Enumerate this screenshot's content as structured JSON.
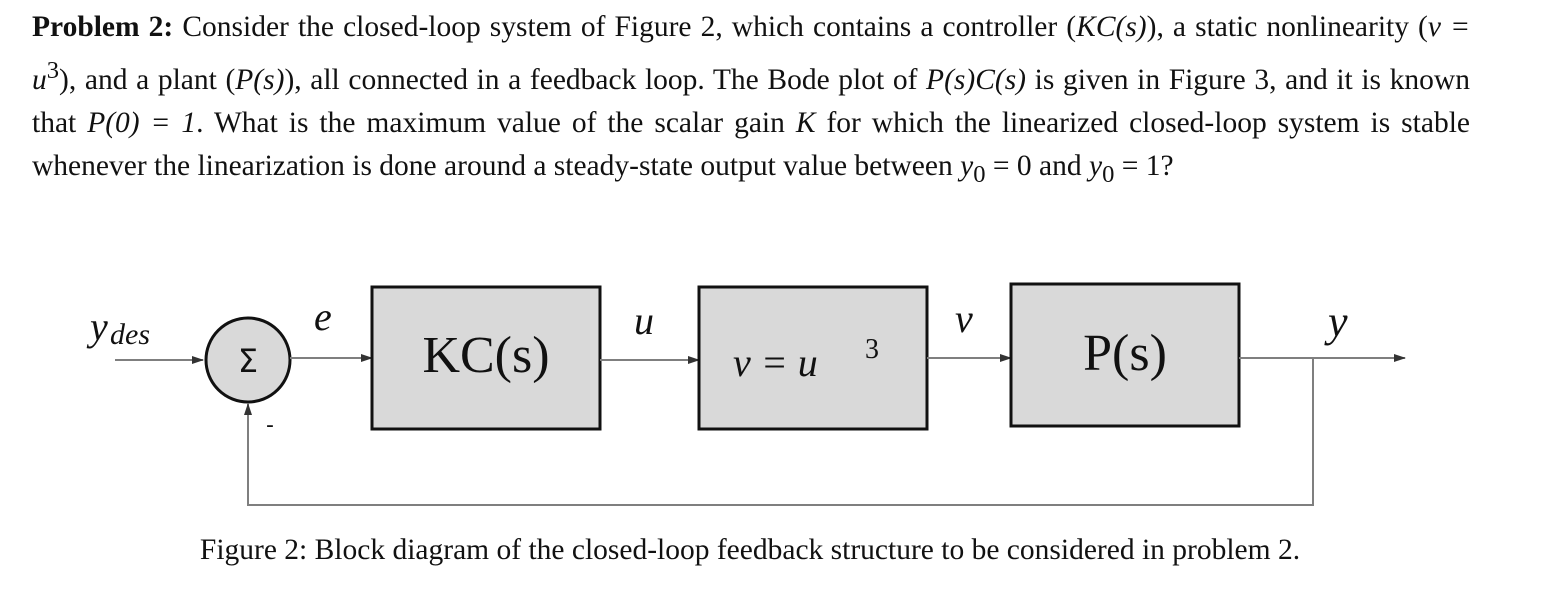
{
  "problem": {
    "label": "Problem 2:",
    "t1": " Consider the closed-loop system of Figure 2, which contains a controller (",
    "kcs": "KC(s)",
    "t2": "), a static nonlinearity (",
    "nonlin": "v = u",
    "cube": "3",
    "t3": "), and a plant (",
    "ps": "P(s)",
    "t4": "), all connected in a feedback loop. The Bode plot of ",
    "pscs": "P(s)C(s)",
    "t5": " is given in Figure 3, and it is known that ",
    "p0": "P(0) = 1",
    "t6": ". What is the maximum value of the scalar gain ",
    "k": "K",
    "t7": " for which the linearized closed-loop system is stable whenever the linearization is done around a steady-state output value between ",
    "y0a": "y",
    "y0a_sub": "0",
    "y0a_eq": " = 0",
    "t8": " and ",
    "y0b": "y",
    "y0b_sub": "0",
    "y0b_eq": " = 1?"
  },
  "diagram": {
    "input_label": "y",
    "input_sub": "des",
    "sum_symbol": "Σ",
    "minus_sign": "-",
    "e_label": "e",
    "u_label": "u",
    "v_label": "v",
    "y_label": "y",
    "controller_block": "KC(s)",
    "nonlinearity_block": "v = u",
    "nonlinearity_exp": "3",
    "plant_block": "P(s)"
  },
  "caption": "Figure 2: Block diagram of the closed-loop feedback structure to be considered in problem 2.",
  "colors": {
    "block_fill": "#d9d9d9",
    "line": "#7f7f7f",
    "text": "#111111"
  }
}
